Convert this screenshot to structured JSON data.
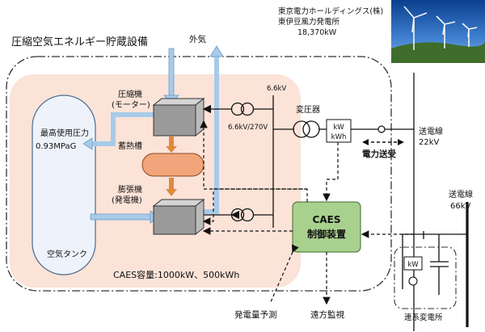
{
  "title": "圧縮空気エネルギー貯蔵設備",
  "outside_air": "外気",
  "compressor": {
    "line1": "圧縮機",
    "line2": "(モーター)"
  },
  "heat_storage": "蓄熱槽",
  "expander": {
    "line1": "膨張機",
    "line2": "(発電機)"
  },
  "tank": {
    "pressure_label": "最高使用圧力",
    "pressure_value": "0.93MPaG",
    "name": "空気タンク"
  },
  "transformer": {
    "label": "変圧器",
    "voltage_top": "6.6kV",
    "voltage_ratio": "6.6kV/270V"
  },
  "meter": {
    "kw": "kW",
    "kwh": "kWh"
  },
  "controller": {
    "line1": "CAES",
    "line2": "制御装置"
  },
  "capacity": "CAES容量:1000kW、500kWh",
  "wind_plant": {
    "owner": "東京電力ホールディングス(株)",
    "name": "東伊豆風力発電所",
    "capacity": "18,370kW"
  },
  "grid_22": {
    "label": "送電線",
    "voltage": "22kV"
  },
  "grid_66": {
    "label": "送電線",
    "voltage": "66kV"
  },
  "power_exchange": "電力送受",
  "substation": {
    "meter": "kW",
    "name": "連系変電所"
  },
  "forecast": "発電量予測",
  "remote": "遠方監視",
  "colors": {
    "facility_bg": "#fbe3d8",
    "tank_bg": "#eef3fb",
    "air_arrow": "#a7cbe8",
    "heat_tank": "#f2a57a",
    "heat_arrow": "#e0883f",
    "controller": "#a9d18e",
    "box_dark": "#9a9a9a",
    "box_light": "#d4d4d4"
  }
}
